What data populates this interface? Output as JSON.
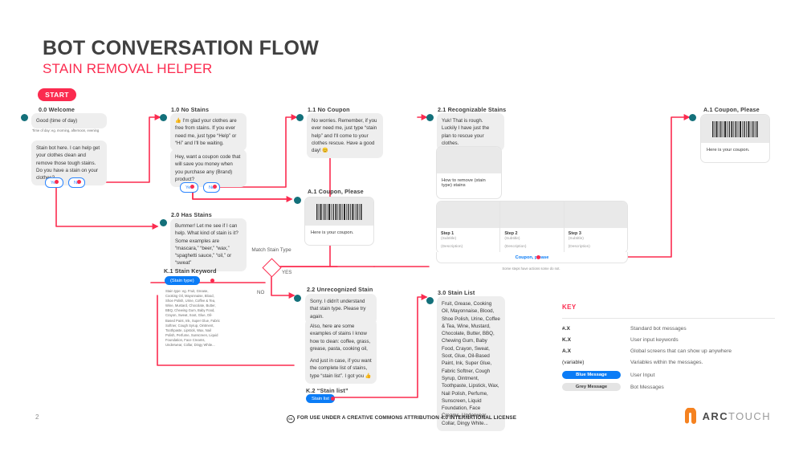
{
  "header": {
    "title": "BOT CONVERSATION FLOW",
    "subtitle": "STAIN REMOVAL HELPER",
    "start_label": "START"
  },
  "nodes": {
    "welcome": {
      "title": "0.0 Welcome",
      "bubble1": "Good (time of day)",
      "caption1": "Time of day: eg. morning, afternoon, evening",
      "bubble2": "Stain bot here. I can help get your clothes clean and remove those tough stains. Do you have a stain on your clothes?",
      "yes": "Yes",
      "no": "No"
    },
    "no_stains": {
      "title": "1.0 No Stains",
      "bubble1": "👍 I'm glad your clothes are free from stains. If you ever need me, just type “Help” or “Hi” and I'll be waiting.",
      "bubble2": "Hey, want a coupon code that will save you money when you purchase any (Brand) product?",
      "yes": "Yes",
      "no": "No"
    },
    "no_coupon": {
      "title": "1.1 No Coupon",
      "bubble1": "No worries. Remember, if you ever need me, just type “stain help” and I'll come to your clothes rescue. Have a good day! 😊"
    },
    "coupon_mid": {
      "title": "A.1 Coupon, Please",
      "text": "Here is your coupon."
    },
    "coupon_right": {
      "title": "A.1 Coupon, Please",
      "text": "Here is your coupon."
    },
    "has_stains": {
      "title": "2.0 Has Stains",
      "bubble1": "Bummer! Let me see if I can help. What  kind of stain is it? Some examples are “mascara,” “beer,” “wax,” “spaghetti sauce,” “oil,” or “sweat”"
    },
    "stain_keyword": {
      "title": "K.1 Stain Keyword",
      "pill": "(Stain type)",
      "caption": "Stain type: eg. Fruit, Grease, Cooking Oil, Mayonnaise, Blood, Shoe Polish, Urine, Coffee & Tea, Wine, Mustard, Chocolate, Butter, BBQ, Chewing Gum, Baby Food, Crayon, Sweat, Soot, Glue, Oil-Based Paint, Ink, Super Glue, Fabric Softner,  Cough Syrup, Ointment, Toothpaste, Lipstick, Wax, Nail Polish, Perfume, Sunscreen, Liquid Foundation, Face Creams, Underwear, Collar, Dingy White..."
    },
    "decision": {
      "label": "Match\nStain Type",
      "yes": "YES",
      "no": "NO"
    },
    "recognizable": {
      "title": "2.1 Recognizable Stains",
      "bubble1": "Yuk! That is rough. Luckily I have just the plan to rescue your clothes.",
      "card_caption": "How to remove (stain type) stains",
      "steps": [
        {
          "title": "Step 1",
          "subtitle": "(Subtitle)",
          "desc": "(Description)"
        },
        {
          "title": "Step 2",
          "subtitle": "(Subtitle)",
          "desc": "(Description)"
        },
        {
          "title": "Step 3",
          "subtitle": "(Subtitle)",
          "desc": "(Description)"
        }
      ],
      "action": "Coupon, please",
      "note": "Some steps have actions some do not."
    },
    "unrecognized": {
      "title": "2.2 Unrecognized Stain",
      "bubble1": "Sorry. I didn't understand that stain type. Please try again.",
      "bubble2": "Also, here are some examples of stains I know how to clean: coffee, grass, grease, pasta, cooking oil, wine...",
      "bubble3": "And just in case, if you want the complete list of stains, type “stain list”. I got you 👍"
    },
    "stain_list_keyword": {
      "title": "K.2 “Stain list”",
      "pill": "Stain list"
    },
    "stain_list": {
      "title": "3.0 Stain List",
      "bubble1": "Fruit, Grease, Cooking Oil, Mayonnaise, Blood, Shoe Polish, Urine, Coffee & Tea, Wine, Mustard, Chocolate, Butter, BBQ, Chewing Gum, Baby Food, Crayon, Sweat, Soot, Glue,  Oil-Based Paint, Ink, Super Glue, Fabric Softner, Cough Syrup, Ointment, Toothpaste, Lipstick, Wax, Nail Polish, Perfume, Sunscreen, Liquid Foundation, Face Creams, Underwear, Collar, Dingy White..."
    }
  },
  "key": {
    "title": "KEY",
    "rows": [
      {
        "term": "#.X",
        "def": "Standard bot messages"
      },
      {
        "term": "K.X",
        "def": "User input keywords"
      },
      {
        "term": "A.X",
        "def": "Global screens that can show up anywhere"
      },
      {
        "term": "(variable)",
        "def": "Variables within the messages."
      },
      {
        "term": "Blue Message",
        "def": "User Input"
      },
      {
        "term": "Grey Message",
        "def": "Bot Messages"
      }
    ]
  },
  "footer": {
    "page": "2",
    "license": "FOR USE UNDER A CREATIVE COMMONS ATTRIBUTION 4.0 INTERNATIONAL LICENSE",
    "cc": "cc",
    "brand_bold": "ARC",
    "brand_light": "TOUCH"
  },
  "colors": {
    "accent": "#fb2b4f",
    "teal": "#13707a",
    "blue": "#0b7cf6",
    "grey_bubble": "#eeeeee"
  }
}
